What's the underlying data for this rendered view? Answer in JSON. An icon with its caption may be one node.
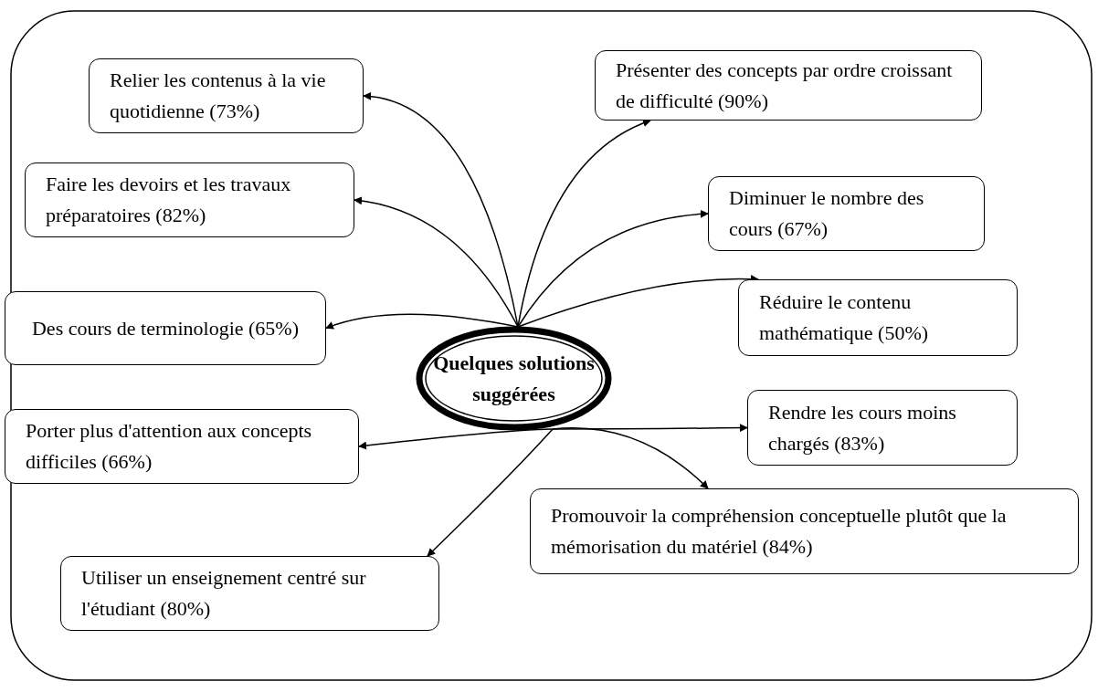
{
  "diagram": {
    "nodes": [
      {
        "text": [
          "Quelques solutions suggérées"
        ]
      },
      {
        "text": [
          "Relier les contenus à la vie quotidienne (73%)"
        ]
      },
      {
        "text": [
          "Présenter des concepts par ordre croissant de difficulté (90%)"
        ]
      },
      {
        "text": [
          "Faire les devoirs et les travaux préparatoires (82%)"
        ]
      },
      {
        "text": [
          "Diminuer le nombre des cours (67%)"
        ]
      },
      {
        "text": [
          "Réduire le contenu mathématique (50%)"
        ]
      },
      {
        "text": [
          "Des cours de terminologie (65%)"
        ]
      },
      {
        "text": [
          "Rendre les cours moins chargés (83%)"
        ]
      },
      {
        "text": [
          "Porter plus d'attention aux concepts difficiles (66%)"
        ]
      },
      {
        "text": [
          "Promouvoir la compréhension conceptuelle plutôt que la mémorisation du matériel (84%)"
        ]
      },
      {
        "text": [
          "Utiliser un enseignement centré sur l'étudiant (80%)"
        ]
      }
    ],
    "edges": [
      {
        "from": 0,
        "to": 1,
        "arrow": "to"
      },
      {
        "from": 0,
        "to": 2,
        "arrow": "to"
      },
      {
        "from": 0,
        "to": 3,
        "arrow": "to"
      },
      {
        "from": 0,
        "to": 4,
        "arrow": "to"
      },
      {
        "from": 0,
        "to": 5,
        "arrow": "to"
      },
      {
        "from": 0,
        "to": 6,
        "arrow": "to"
      },
      {
        "from": 0,
        "to": 7,
        "arrow": "to"
      },
      {
        "from": 0,
        "to": 8,
        "arrow": "to"
      },
      {
        "from": 0,
        "to": 9,
        "arrow": "to"
      },
      {
        "from": 0,
        "to": 10,
        "arrow": "to"
      }
    ]
  }
}
